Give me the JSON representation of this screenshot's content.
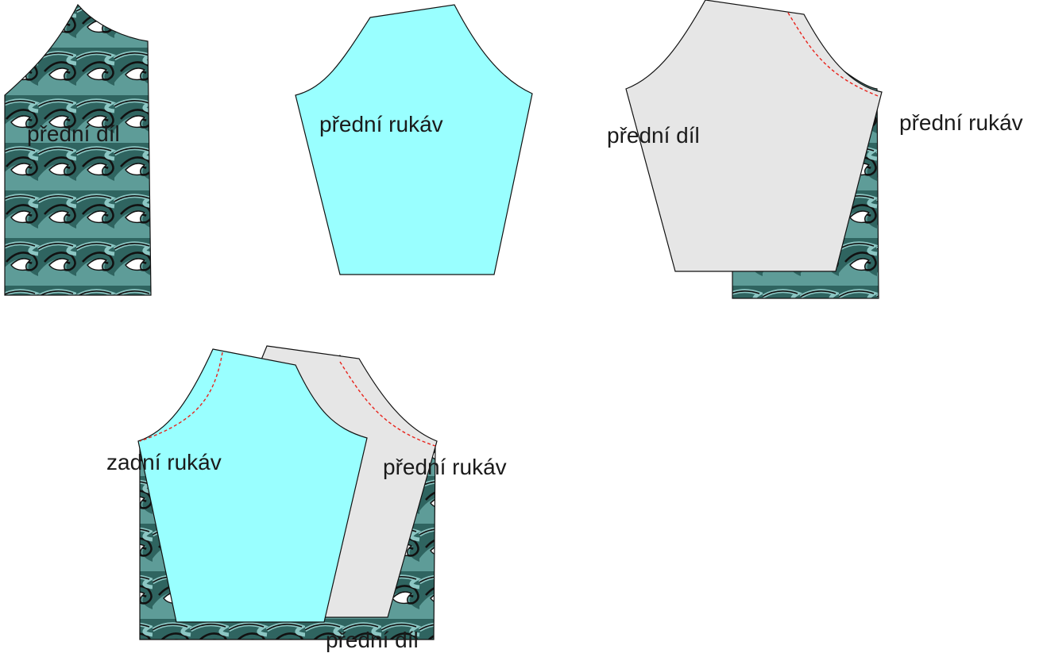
{
  "colors": {
    "fabric_dark": "#2f6460",
    "fabric_mid": "#4f8f8b",
    "fabric_light": "#8cc6c3",
    "wave_white": "#ffffff",
    "sleeve_cyan": "#99ffff",
    "sleeve_grey": "#e6e6e6",
    "seam_red": "#e8231c"
  },
  "step1": {
    "label": "přední díl"
  },
  "step2": {
    "label": "přední rukáv"
  },
  "step3": {
    "label_front": "přední díl",
    "label_sleeve": "přední rukáv"
  },
  "step4": {
    "label_back_sleeve": "zadní rukáv",
    "label_front_sleeve": "přední rukáv",
    "label_front": "přední díl"
  }
}
